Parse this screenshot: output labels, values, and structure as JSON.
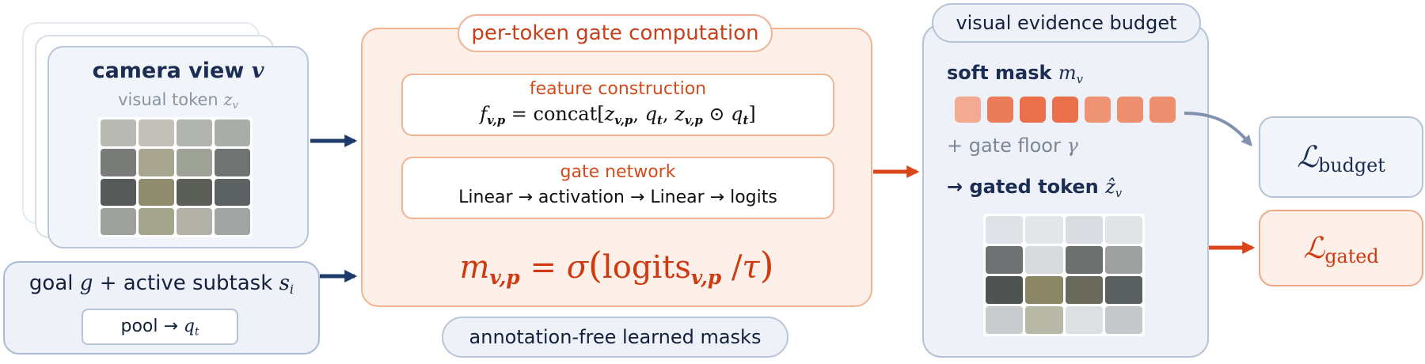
{
  "camera": {
    "title": "camera view",
    "title_symbol": "v",
    "subtitle": "visual token",
    "subtitle_symbol": "z",
    "subtitle_subscript": "v"
  },
  "goal": {
    "prefix": "goal",
    "goal_symbol": "g",
    "middle": "+ active subtask",
    "subtask_symbol": "s",
    "subtask_subscript": "i",
    "pool_label": "pool →",
    "pool_symbol": "q",
    "pool_subscript": "t"
  },
  "gate": {
    "title": "per-token gate computation",
    "feature": {
      "heading": "feature construction",
      "lhs": "f",
      "lhs_subscript": "v,p",
      "operator": "=",
      "func": "concat",
      "arg1": "z",
      "arg1_subscript": "v,p",
      "arg2": "q",
      "arg2_subscript": "t",
      "arg3": "z",
      "arg3_subscript": "v,p",
      "odot": "⊙",
      "arg4": "q",
      "arg4_subscript": "t"
    },
    "network": {
      "heading": "gate network",
      "pipeline": "Linear → activation → Linear → logits"
    },
    "mask": {
      "lhs": "m",
      "lhs_subscript": "v,p",
      "operator": "=",
      "sigma": "σ",
      "logits": "logits",
      "logits_subscript": "v,p",
      "divide": "/",
      "tau": "τ"
    },
    "footer": "annotation-free learned masks"
  },
  "budget": {
    "title": "visual evidence budget",
    "soft_mask_label": "soft mask",
    "soft_mask_symbol": "m",
    "soft_mask_subscript": "v",
    "soft_mask_levels": [
      0.35,
      0.75,
      0.85,
      0.85,
      0.55,
      0.6,
      0.6
    ],
    "gate_floor_label": "+ gate floor",
    "gate_floor_symbol": "γ",
    "gated_token_label": "→ gated token",
    "gated_token_symbol": "ẑ",
    "gated_token_subscript": "v"
  },
  "losses": {
    "budget_symbol": "ℒ",
    "budget_subscript": "budget",
    "gated_symbol": "ℒ",
    "gated_subscript": "gated"
  },
  "colors": {
    "navy": "#1e3a6b",
    "orange": "#cf3a12",
    "gate_fill": "#fdf0e8",
    "gate_border": "#f3b393",
    "mask_light": "#f6c4ab",
    "mask_dark": "#e8683f",
    "connector": "#7f93ae"
  }
}
